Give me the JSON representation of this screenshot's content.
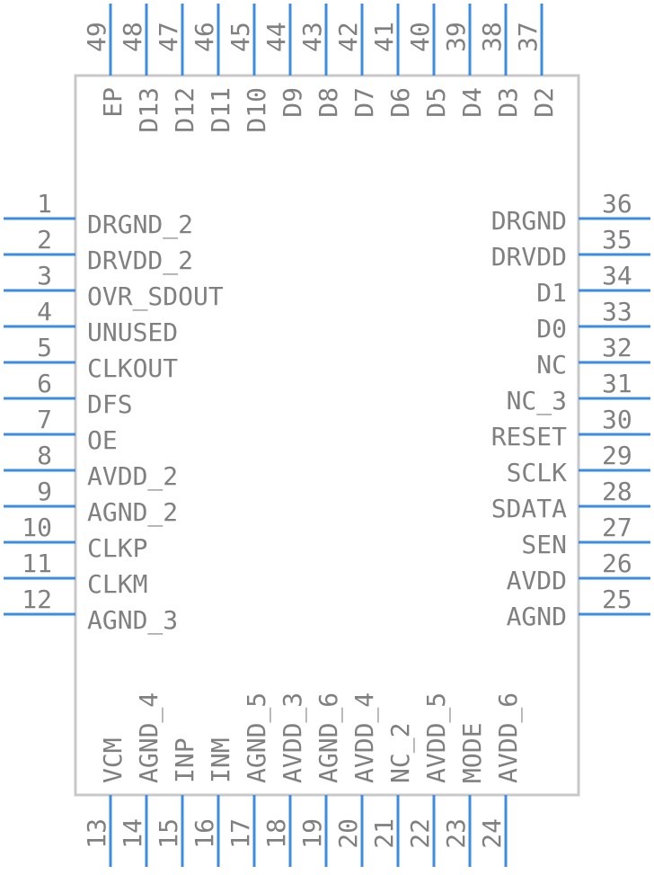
{
  "component": {
    "left_pins": [
      {
        "num": "1",
        "name": "DRGND_2"
      },
      {
        "num": "2",
        "name": "DRVDD_2"
      },
      {
        "num": "3",
        "name": "OVR_SDOUT"
      },
      {
        "num": "4",
        "name": "UNUSED"
      },
      {
        "num": "5",
        "name": "CLKOUT"
      },
      {
        "num": "6",
        "name": "DFS"
      },
      {
        "num": "7",
        "name": "OE"
      },
      {
        "num": "8",
        "name": "AVDD_2"
      },
      {
        "num": "9",
        "name": "AGND_2"
      },
      {
        "num": "10",
        "name": "CLKP"
      },
      {
        "num": "11",
        "name": "CLKM"
      },
      {
        "num": "12",
        "name": "AGND_3"
      }
    ],
    "bottom_pins": [
      {
        "num": "13",
        "name": "VCM"
      },
      {
        "num": "14",
        "name": "AGND_4"
      },
      {
        "num": "15",
        "name": "INP"
      },
      {
        "num": "16",
        "name": "INM"
      },
      {
        "num": "17",
        "name": "AGND_5"
      },
      {
        "num": "18",
        "name": "AVDD_3"
      },
      {
        "num": "19",
        "name": "AGND_6"
      },
      {
        "num": "20",
        "name": "AVDD_4"
      },
      {
        "num": "21",
        "name": "NC_2"
      },
      {
        "num": "22",
        "name": "AVDD_5"
      },
      {
        "num": "23",
        "name": "MODE"
      },
      {
        "num": "24",
        "name": "AVDD_6"
      }
    ],
    "right_pins": [
      {
        "num": "25",
        "name": "AGND"
      },
      {
        "num": "26",
        "name": "AVDD"
      },
      {
        "num": "27",
        "name": "SEN"
      },
      {
        "num": "28",
        "name": "SDATA"
      },
      {
        "num": "29",
        "name": "SCLK"
      },
      {
        "num": "30",
        "name": "RESET"
      },
      {
        "num": "31",
        "name": "NC_3"
      },
      {
        "num": "32",
        "name": "NC"
      },
      {
        "num": "33",
        "name": "D0"
      },
      {
        "num": "34",
        "name": "D1"
      },
      {
        "num": "35",
        "name": "DRVDD"
      },
      {
        "num": "36",
        "name": "DRGND"
      }
    ],
    "top_pins": [
      {
        "num": "37",
        "name": "D2"
      },
      {
        "num": "38",
        "name": "D3"
      },
      {
        "num": "39",
        "name": "D4"
      },
      {
        "num": "40",
        "name": "D5"
      },
      {
        "num": "41",
        "name": "D6"
      },
      {
        "num": "42",
        "name": "D7"
      },
      {
        "num": "43",
        "name": "D8"
      },
      {
        "num": "44",
        "name": "D9"
      },
      {
        "num": "45",
        "name": "D10"
      },
      {
        "num": "46",
        "name": "D11"
      },
      {
        "num": "47",
        "name": "D12"
      },
      {
        "num": "48",
        "name": "D13"
      },
      {
        "num": "49",
        "name": "EP"
      }
    ],
    "colors": {
      "pin": "#3c8ce6",
      "body_outline": "#c8c8c8",
      "text": "#808080"
    }
  }
}
